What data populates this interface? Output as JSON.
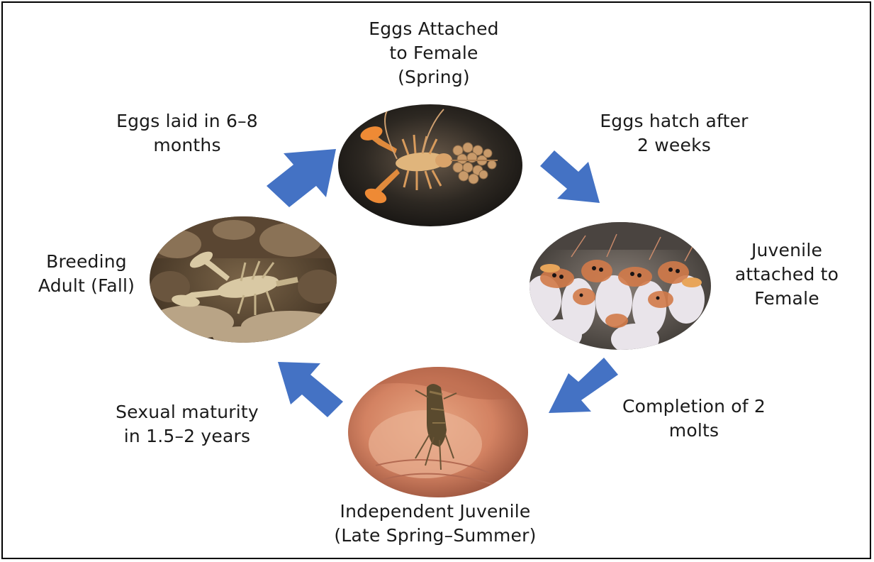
{
  "diagram": {
    "stages": {
      "top": {
        "title_lines": [
          "Eggs Attached",
          "to Female",
          "(Spring)"
        ],
        "photo": "female crayfish carrying eggs"
      },
      "right": {
        "title_lines": [
          "Juvenile",
          "attached to",
          "Female"
        ],
        "photo": "juvenile crayfish clustered on female"
      },
      "bottom": {
        "title_lines": [
          "Independent Juvenile",
          "(Late Spring–Summer)"
        ],
        "photo": "juvenile crayfish on fingertip"
      },
      "left": {
        "title_lines": [
          "Breeding",
          "Adult (Fall)"
        ],
        "photo": "adult crayfish on streambed"
      }
    },
    "transitions": {
      "top_left": {
        "lines": [
          "Eggs laid in 6–8",
          "months"
        ]
      },
      "top_right": {
        "lines": [
          "Eggs hatch after",
          "2 weeks"
        ]
      },
      "bottom_right": {
        "lines": [
          "Completion of 2",
          "molts"
        ]
      },
      "bottom_left": {
        "lines": [
          "Sexual maturity",
          "in 1.5–2 years"
        ]
      }
    },
    "colors": {
      "arrow": "#4472c4",
      "border": "#000000",
      "text": "#1a1a1a"
    }
  }
}
